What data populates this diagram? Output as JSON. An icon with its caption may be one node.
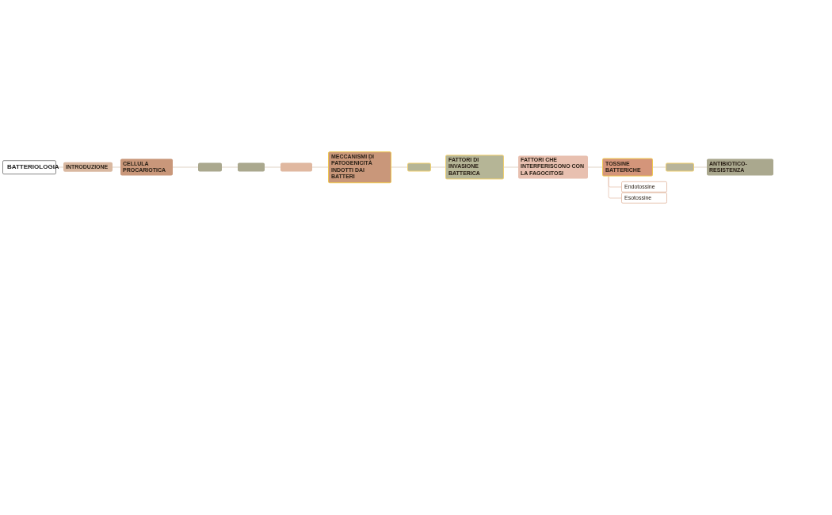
{
  "diagram": {
    "nodes": [
      {
        "text": [
          "BATTERIOLOGIA"
        ]
      },
      {
        "text": [
          "INTRODUZIONE"
        ]
      },
      {
        "text": [
          "CELLULA PROCARIOTICA"
        ]
      },
      {
        "text": [],
        "shape": "box"
      },
      {
        "text": [],
        "shape": "box"
      },
      {
        "text": [],
        "shape": "box"
      },
      {
        "text": [
          "MECCANISMI DI PATOGENICITÀ INDOTTI DAI BATTERI"
        ]
      },
      {
        "text": [],
        "shape": "box"
      },
      {
        "text": [
          "FATTORI DI INVASIONE BATTERICA"
        ]
      },
      {
        "text": [
          "FATTORI CHE INTERFERISCONO CON LA FAGOCITOSI"
        ]
      },
      {
        "text": [
          "TOSSINE BATTERICHE"
        ]
      },
      {
        "text": [],
        "shape": "box"
      },
      {
        "text": [
          "ANTIBIOTICO-RESISTENZA"
        ]
      },
      {
        "text": [
          "Endotossine"
        ]
      },
      {
        "text": [
          "Esotossine"
        ]
      }
    ],
    "edges": [
      {
        "from": 0,
        "to": 1,
        "arrow": "none"
      },
      {
        "from": 1,
        "to": 2,
        "arrow": "none"
      },
      {
        "from": 2,
        "to": 3,
        "arrow": "none"
      },
      {
        "from": 3,
        "to": 4,
        "arrow": "none"
      },
      {
        "from": 4,
        "to": 5,
        "arrow": "none"
      },
      {
        "from": 5,
        "to": 6,
        "arrow": "none"
      },
      {
        "from": 6,
        "to": 7,
        "arrow": "none"
      },
      {
        "from": 7,
        "to": 8,
        "arrow": "none"
      },
      {
        "from": 8,
        "to": 9,
        "arrow": "none"
      },
      {
        "from": 9,
        "to": 10,
        "arrow": "none"
      },
      {
        "from": 10,
        "to": 11,
        "arrow": "none"
      },
      {
        "from": 11,
        "to": 12,
        "arrow": "none"
      },
      {
        "from": 10,
        "to": 13,
        "arrow": "none"
      },
      {
        "from": 10,
        "to": 14,
        "arrow": "none"
      }
    ]
  }
}
